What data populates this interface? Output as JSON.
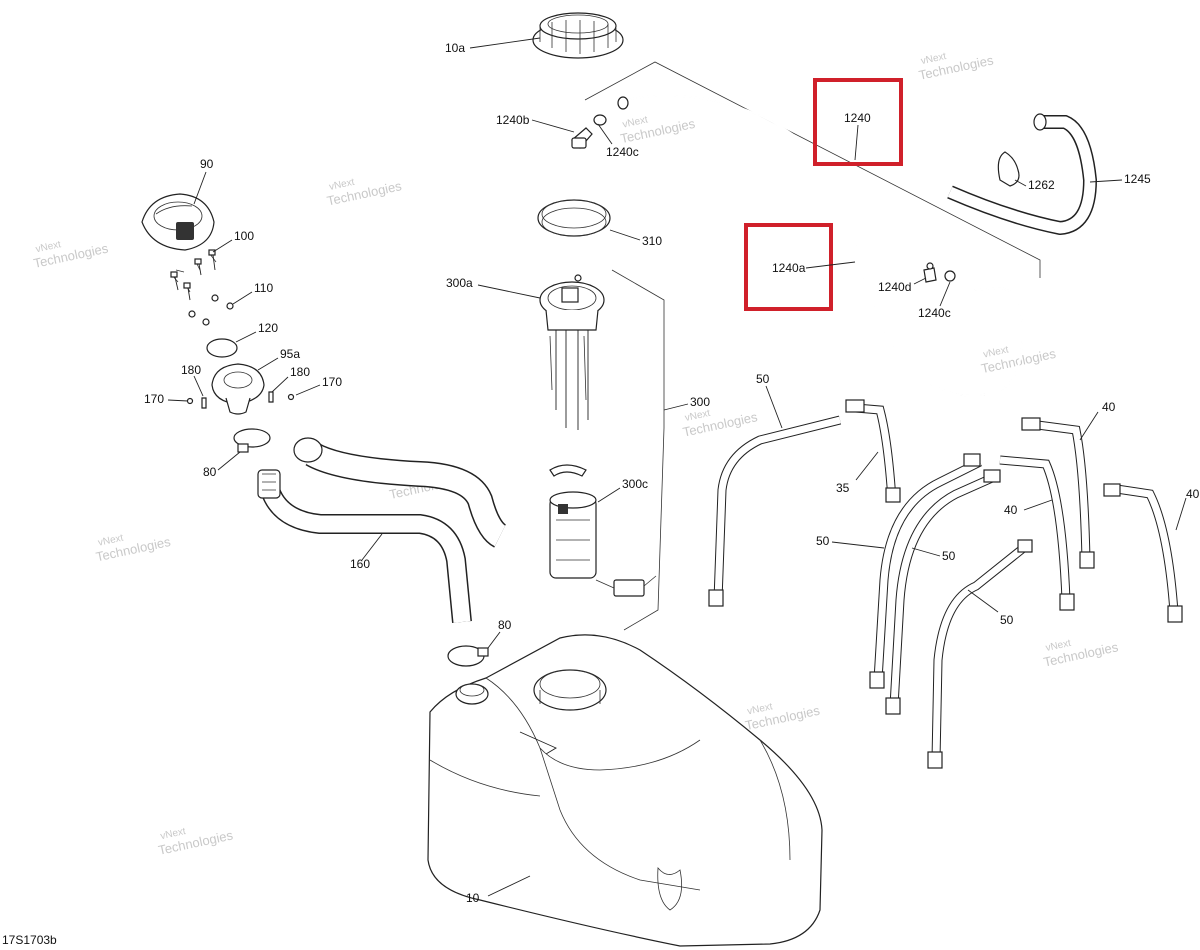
{
  "diagram_code": "17S1703b",
  "watermark": {
    "line1": "vNext",
    "line2": "Technologies"
  },
  "highlight_color": "#d0202a",
  "labels": {
    "p10a": "10a",
    "p1240b": "1240b",
    "p1240c_top": "1240c",
    "p1240": "1240",
    "p1245": "1245",
    "p1262": "1262",
    "p90": "90",
    "p100": "100",
    "p110": "110",
    "p120": "120",
    "p95a": "95a",
    "p180_left": "180",
    "p180_right": "180",
    "p170_left": "170",
    "p170_right": "170",
    "p80_top": "80",
    "p160": "160",
    "p310": "310",
    "p300a": "300a",
    "p300": "300",
    "p300c": "300c",
    "p1240a": "1240a",
    "p1240d": "1240d",
    "p1240c_bottom": "1240c",
    "p50_a": "50",
    "p35": "35",
    "p40_a": "40",
    "p40_b": "40",
    "p40_c": "40",
    "p50_b": "50",
    "p50_c": "50",
    "p50_d": "50",
    "p80_bottom": "80",
    "p10": "10"
  }
}
